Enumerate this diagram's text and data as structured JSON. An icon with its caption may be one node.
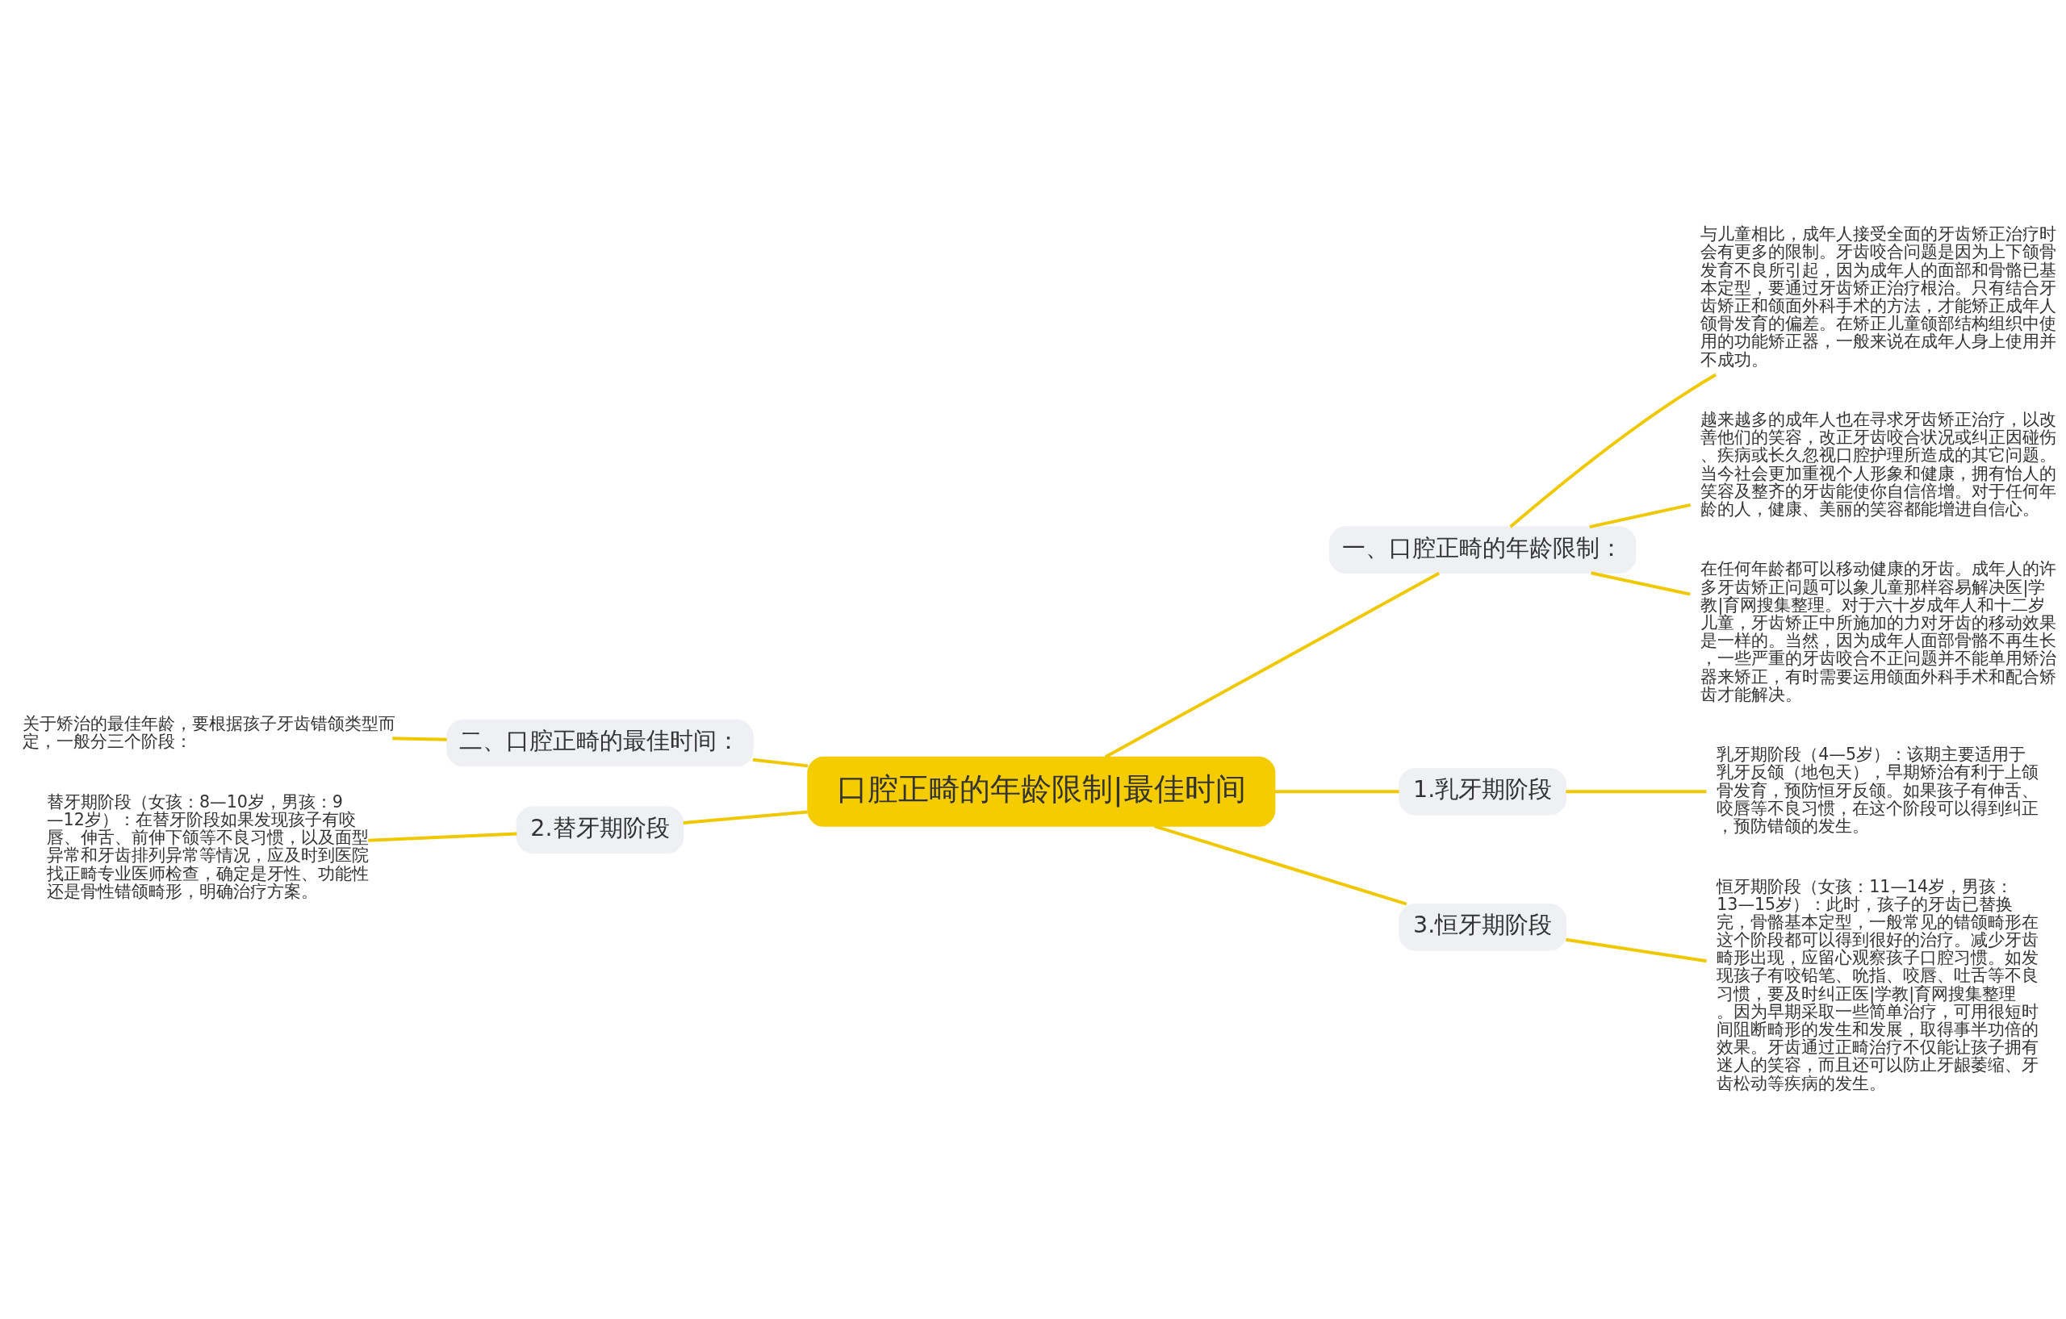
{
  "diagram": {
    "nodes": [
      {
        "text": [
          "口腔正畸的年龄限制|最佳时间"
        ]
      },
      {
        "text": [
          "一、口腔正畸的年龄限制："
        ]
      },
      {
        "text": [
          "与儿童相比，成年人接受全面的牙齿矫正治疗时会有更多的限制。牙齿咬合问题是因为上下颌骨发育不良所引起，因为成年人的面部和骨骼已基本定型，要通过牙齿矫正治疗根治。只有结合牙齿矫正和颌面外科手术的方法，才能矫正成年人颌骨发育的偏差。在矫正儿童颌部结构组织中使用的功能矫正器，一般来说在成年人身上使用并不成功。"
        ]
      },
      {
        "text": [
          "越来越多的成年人也在寻求牙齿矫正治疗，以改善他们的笑容，改正牙齿咬合状况或纠正因碰伤、疾病或长久忽视口腔护理所造成的其它问题。当今社会更加重视个人形象和健康，拥有怡人的笑容及整齐的牙齿能使你自信倍增。对于任何年龄的人，健康、美丽的笑容都能增进自信心。"
        ]
      },
      {
        "text": [
          "在任何年龄都可以移动健康的牙齿。成年人的许多牙齿矫正问题可以象儿童那样容易解决医|学教|育网搜集整理。对于六十岁成年人和十二岁儿童，牙齿矫正中所施加的力对牙齿的移动效果是一样的。当然，因为成年人面部骨骼不再生长，一些严重的牙齿咬合不正问题并不能单用矫治器来矫正，有时需要运用颌面外科手术和配合矫齿才能解决。"
        ]
      },
      {
        "text": [
          "1.乳牙期阶段"
        ]
      },
      {
        "text": [
          "乳牙期阶段（4—5岁）：该期主要适用于乳牙反颌（地包天），早期矫治有利于上颌骨发育，预防恒牙反颌。如果孩子有伸舌、咬唇等不良习惯，在这个阶段可以得到纠正，预防错颌的发生。"
        ]
      },
      {
        "text": [
          "3.恒牙期阶段"
        ]
      },
      {
        "text": [
          "恒牙期阶段（女孩：11—14岁，男孩：13—15岁）：此时，孩子的牙齿已替换完，骨骼基本定型，一般常见的错颌畸形在这个阶段都可以得到很好的治疗。减少牙齿畸形出现，应留心观察孩子口腔习惯。如发现孩子有咬铅笔、吮指、咬唇、吐舌等不良习惯，要及时纠正医|学教|育网搜集整理。因为早期采取一些简单治疗，可用很短时间阻断畸形的发生和发展，取得事半功倍的效果。牙齿通过正畸治疗不仅能让孩子拥有迷人的笑容，而且还可以防止牙龈萎缩、牙齿松动等疾病的发生。"
        ]
      },
      {
        "text": [
          "二、口腔正畸的最佳时间："
        ]
      },
      {
        "text": [
          "关于矫治的最佳年龄，要根据孩子牙齿错颌类型而定，一般分三个阶段："
        ]
      },
      {
        "text": [
          "2.替牙期阶段"
        ]
      },
      {
        "text": [
          "替牙期阶段（女孩：8—10岁，男孩：9—12岁）：在替牙阶段如果发现孩子有咬唇、伸舌、前伸下颌等不良习惯，以及面型异常和牙齿排列异常等情况，应及时到医院找正畸专业医师检查，确定是牙性、功能性还是骨性错颌畸形，明确治疗方案。"
        ]
      }
    ],
    "edges": [
      {
        "from": 0,
        "to": 1,
        "arrow": "none"
      },
      {
        "from": 1,
        "to": 2,
        "arrow": "none"
      },
      {
        "from": 1,
        "to": 3,
        "arrow": "none"
      },
      {
        "from": 1,
        "to": 4,
        "arrow": "none"
      },
      {
        "from": 0,
        "to": 5,
        "arrow": "none"
      },
      {
        "from": 5,
        "to": 6,
        "arrow": "none"
      },
      {
        "from": 0,
        "to": 7,
        "arrow": "none"
      },
      {
        "from": 7,
        "to": 8,
        "arrow": "none"
      },
      {
        "from": 0,
        "to": 9,
        "arrow": "none"
      },
      {
        "from": 9,
        "to": 10,
        "arrow": "none"
      },
      {
        "from": 0,
        "to": 11,
        "arrow": "none"
      },
      {
        "from": 11,
        "to": 12,
        "arrow": "none"
      }
    ]
  }
}
